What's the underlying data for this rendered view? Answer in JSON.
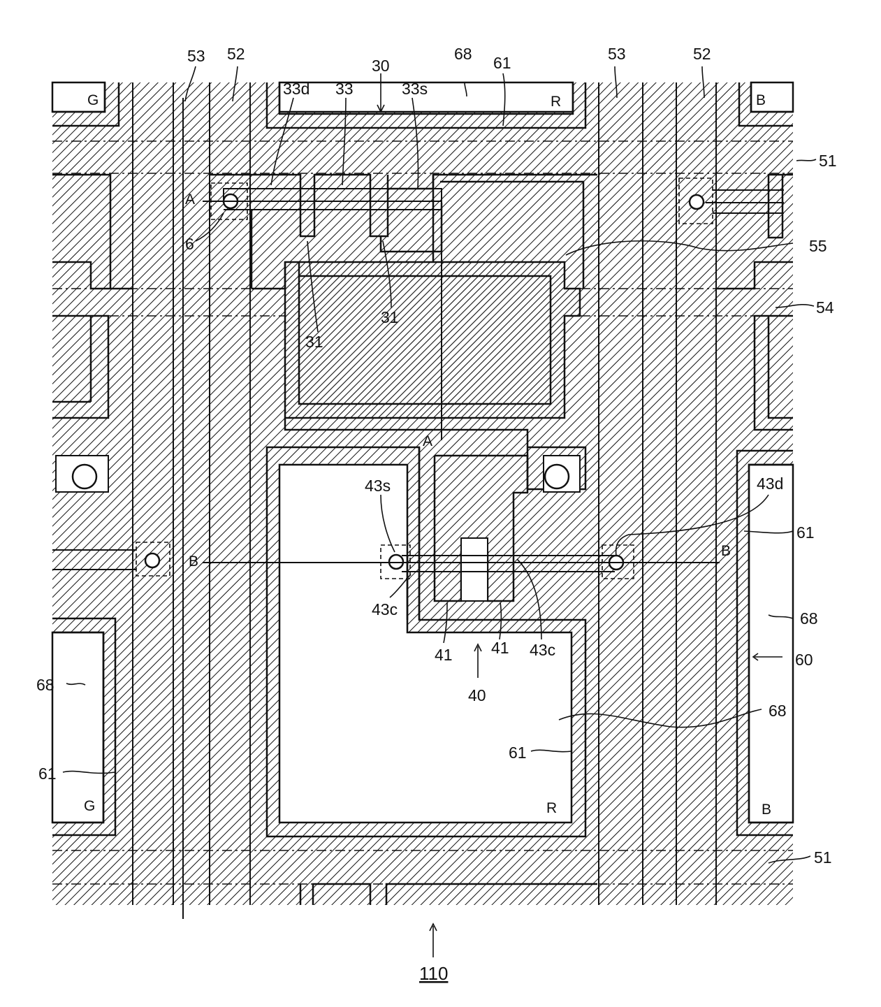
{
  "figure": {
    "reference_numeral": "110",
    "labels": {
      "l53_top_left": "53",
      "l52_top_left": "52",
      "l33d": "33d",
      "l33": "33",
      "l30": "30",
      "l33s": "33s",
      "l68_top": "68",
      "l61_top": "61",
      "l53_top_right": "53",
      "l52_top_right": "52",
      "l51_top": "51",
      "l55": "55",
      "l54": "54",
      "l6": "6",
      "l31_a": "31",
      "l31_b": "31",
      "l43s": "43s",
      "l43d": "43d",
      "l61_right": "61",
      "l68_right": "68",
      "l60": "60",
      "l43c_left": "43c",
      "l41_a": "41",
      "l41_b": "41",
      "l43c_right": "43c",
      "l40": "40",
      "l68_left": "68",
      "l68_center": "68",
      "l61_left": "61",
      "l61_center": "61",
      "l51_bottom": "51",
      "G_top": "G",
      "R_top": "R",
      "B_top": "B",
      "G_bottom": "G",
      "R_bottom": "R",
      "B_bottom": "B",
      "A_top": "A",
      "A_bottom": "A",
      "B_line_left": "B",
      "B_line_right": "B"
    }
  }
}
